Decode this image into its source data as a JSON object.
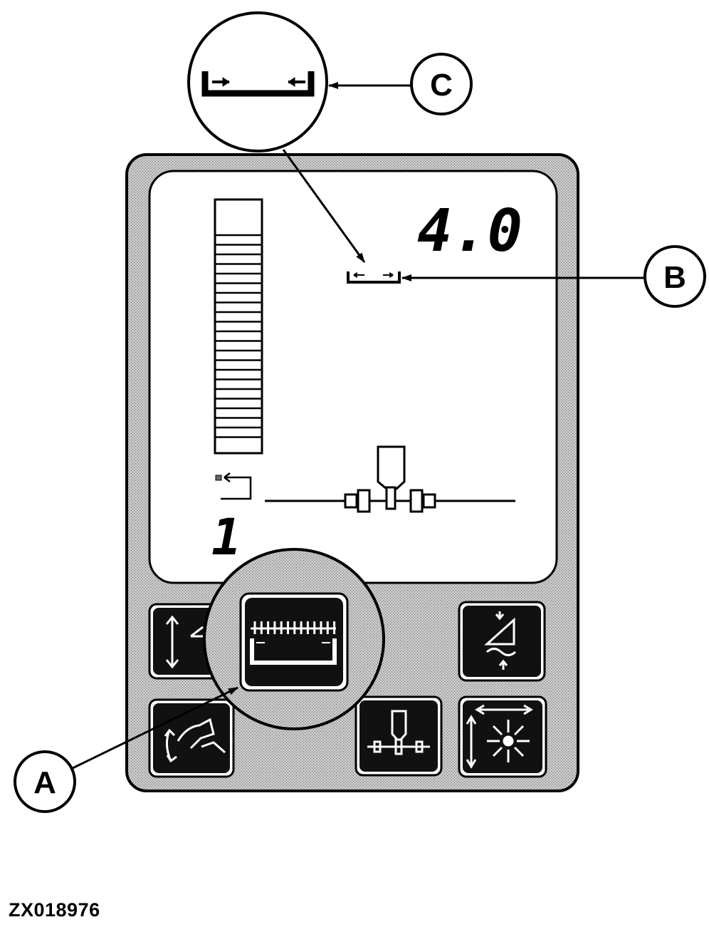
{
  "display": {
    "depth_readout": "4.0",
    "gear_digit": "1"
  },
  "callouts": {
    "a": "A",
    "b": "B",
    "c": "C"
  },
  "figure_id": "ZX018976",
  "colors": {
    "housing": "#bdbdbd",
    "screen": "#ffffff",
    "button": "#111111",
    "ink": "#000000"
  }
}
